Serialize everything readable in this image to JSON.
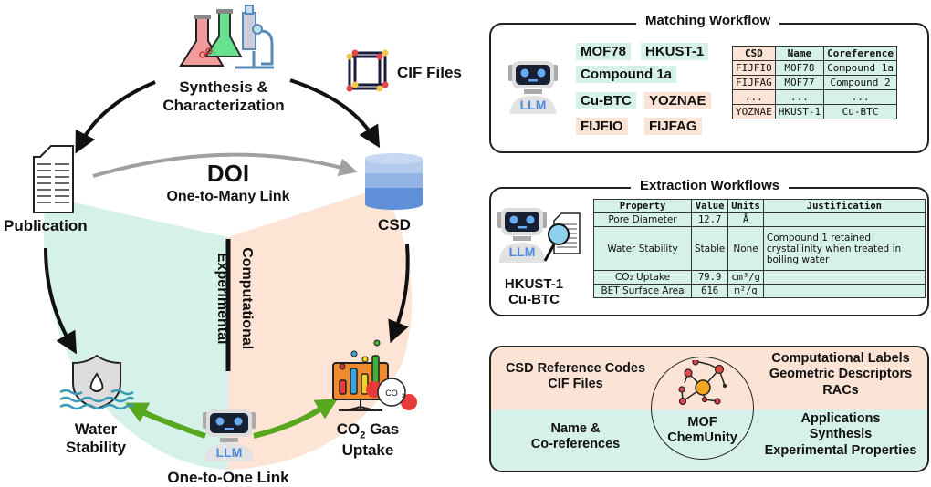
{
  "left": {
    "synthesis_label": [
      "Synthesis &",
      "Characterization"
    ],
    "cif_files_label": "CIF Files",
    "publication_label": "Publication",
    "doi_label": "DOI",
    "one_to_many_label": "One-to-Many Link",
    "csd_label": "CSD",
    "experimental_label": "Experimental",
    "computational_label": "Computational",
    "water_stability_label": [
      "Water",
      "Stability"
    ],
    "co2_gas_label": [
      "CO",
      "2",
      " Gas"
    ],
    "uptake_label": "Uptake",
    "llm_label": "LLM",
    "one_to_one_label": "One-to-One Link",
    "co2_badge": "CO2"
  },
  "colors": {
    "experimental_region": "#d6f0ea",
    "computational_region": "#fde4d4",
    "link_arrow": "#58a81e",
    "doi_arrow": "#a0a0a0",
    "accent_red": "#e64545",
    "accent_orange": "#f39c12"
  },
  "matching": {
    "title": "Matching Workflow",
    "llm_label": "LLM",
    "chips": [
      {
        "text": "MOF78",
        "type": "teal"
      },
      {
        "text": "HKUST-1",
        "type": "teal"
      },
      {
        "text": "Compound 1a",
        "type": "teal"
      },
      {
        "text": "Cu-BTC",
        "type": "teal"
      },
      {
        "text": "YOZNAE",
        "type": "peach"
      },
      {
        "text": "FIJFIO",
        "type": "peach"
      },
      {
        "text": "FIJFAG",
        "type": "peach"
      }
    ],
    "table": {
      "headers": [
        "CSD",
        "Name",
        "Coreference"
      ],
      "rows": [
        [
          "FIJFIO",
          "MOF78",
          "Compound 1a"
        ],
        [
          "FIJFAG",
          "MOF77",
          "Compound 2"
        ],
        [
          "...",
          "...",
          "..."
        ],
        [
          "YOZNAE",
          "HKUST-1",
          "Cu-BTC"
        ]
      ]
    }
  },
  "extraction": {
    "title": "Extraction Workflows",
    "llm_label": "LLM",
    "material_names": [
      "HKUST-1",
      "Cu-BTC"
    ],
    "table": {
      "headers": [
        "Property",
        "Value",
        "Units",
        "Justification"
      ],
      "rows": [
        {
          "property": "Pore Diameter",
          "value": "12.7",
          "units": "Å",
          "justification": ""
        },
        {
          "property": "Water Stability",
          "value": "Stable",
          "units": "None",
          "justification": "Compound 1 retained crystallinity when treated in boiling water"
        },
        {
          "property": "CO₂ Uptake",
          "value": "79.9",
          "units": "cm³/g",
          "justification": ""
        },
        {
          "property": "BET Surface Area",
          "value": "616",
          "units": "m²/g",
          "justification": ""
        }
      ]
    }
  },
  "chemunity": {
    "center_label": [
      "MOF",
      "ChemUnity"
    ],
    "top_left": [
      "CSD Reference Codes",
      "CIF Files"
    ],
    "top_right": [
      "Computational Labels",
      "Geometric Descriptors",
      "RACs"
    ],
    "bottom_left": [
      "Name &",
      "Co-references"
    ],
    "bottom_right": [
      "Applications",
      "Synthesis",
      "Experimental Properties"
    ]
  }
}
